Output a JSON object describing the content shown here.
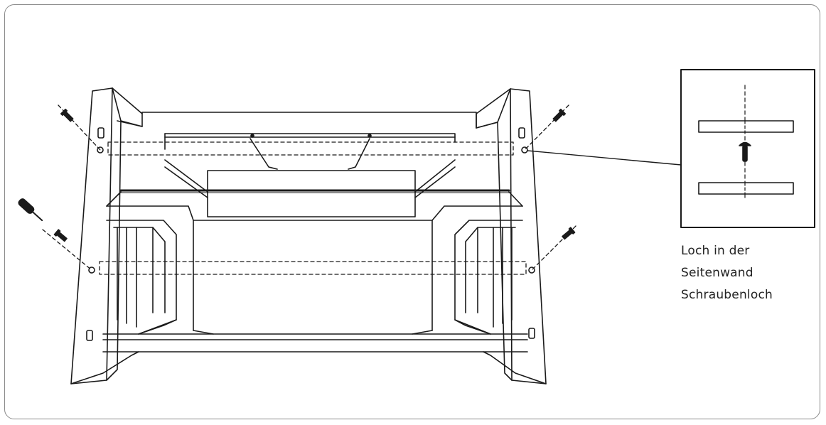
{
  "labels": {
    "line1": "Loch in der",
    "line2": "Seitenwand",
    "line3": "Schraubenloch"
  },
  "colors": {
    "stroke": "#1a1a1a",
    "frame": "#8a8a8a",
    "background": "#ffffff"
  },
  "icons": [
    "screwdriver-icon",
    "screw-icon",
    "screw-hole-icon",
    "detail-inset-icon"
  ]
}
